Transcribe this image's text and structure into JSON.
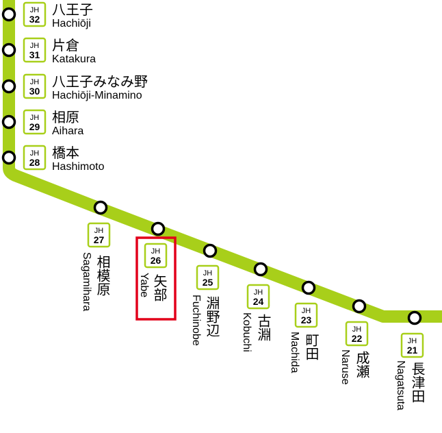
{
  "line": {
    "color": "#a8cf1a",
    "highlight_color": "#e2001a",
    "station_fill": "#ffffff",
    "station_stroke": "#000000"
  },
  "stations": [
    {
      "id": "s32",
      "code_prefix": "JH",
      "code_num": "32",
      "name_ja": "八王子",
      "name_en": "Hachiōji"
    },
    {
      "id": "s31",
      "code_prefix": "JH",
      "code_num": "31",
      "name_ja": "片倉",
      "name_en": "Katakura"
    },
    {
      "id": "s30",
      "code_prefix": "JH",
      "code_num": "30",
      "name_ja": "八王子みなみ野",
      "name_en": "Hachiōji-Minamino"
    },
    {
      "id": "s29",
      "code_prefix": "JH",
      "code_num": "29",
      "name_ja": "相原",
      "name_en": "Aihara"
    },
    {
      "id": "s28",
      "code_prefix": "JH",
      "code_num": "28",
      "name_ja": "橋本",
      "name_en": "Hashimoto"
    },
    {
      "id": "s27",
      "code_prefix": "JH",
      "code_num": "27",
      "name_ja": "相模原",
      "name_en": "Sagamihara"
    },
    {
      "id": "s26",
      "code_prefix": "JH",
      "code_num": "26",
      "name_ja": "矢部",
      "name_en": "Yabe",
      "highlighted": true
    },
    {
      "id": "s25",
      "code_prefix": "JH",
      "code_num": "25",
      "name_ja": "淵野辺",
      "name_en": "Fuchinobe"
    },
    {
      "id": "s24",
      "code_prefix": "JH",
      "code_num": "24",
      "name_ja": "古淵",
      "name_en": "Kobuchi"
    },
    {
      "id": "s23",
      "code_prefix": "JH",
      "code_num": "23",
      "name_ja": "町田",
      "name_en": "Machida"
    },
    {
      "id": "s22",
      "code_prefix": "JH",
      "code_num": "22",
      "name_ja": "成瀬",
      "name_en": "Naruse"
    },
    {
      "id": "s21",
      "code_prefix": "JH",
      "code_num": "21",
      "name_ja": "長津田",
      "name_en": "Nagatsuta"
    }
  ]
}
